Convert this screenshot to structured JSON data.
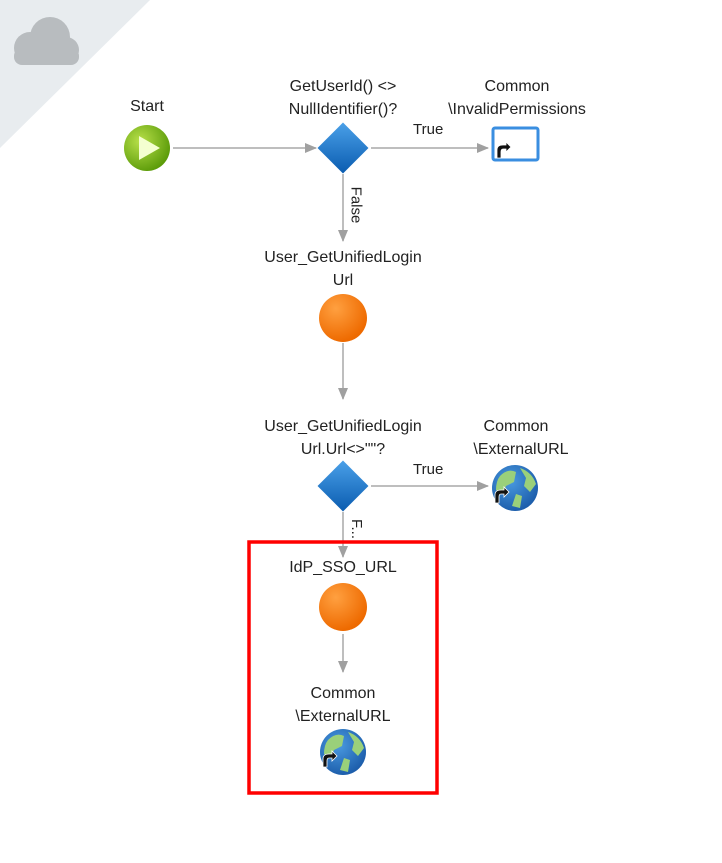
{
  "nodes": {
    "start": {
      "label": "Start"
    },
    "if1": {
      "label_line1": "GetUserId() <>",
      "label_line2": "NullIdentifier()?"
    },
    "invalid_permissions": {
      "label_line1": "Common",
      "label_line2": "\\InvalidPermissions"
    },
    "assign1": {
      "label_line1": "User_GetUnifiedLogin",
      "label_line2": "Url"
    },
    "if2": {
      "label_line1": "User_GetUnifiedLogin",
      "label_line2": "Url.Url<>\"\"?"
    },
    "external_url1": {
      "label_line1": "Common",
      "label_line2": "\\ExternalURL"
    },
    "assign2": {
      "label": "IdP_SSO_URL"
    },
    "external_url2": {
      "label_line1": "Common",
      "label_line2": "\\ExternalURL"
    }
  },
  "edges": {
    "if1_true": "True",
    "if1_false": "False",
    "if2_true": "True",
    "if2_false": "F..."
  },
  "colors": {
    "highlight": "#ff0000",
    "connector": "#a0a0a0",
    "if_node": "#1a73c8",
    "assign_node": "#f07a10",
    "start_node": "#6aaa10"
  }
}
